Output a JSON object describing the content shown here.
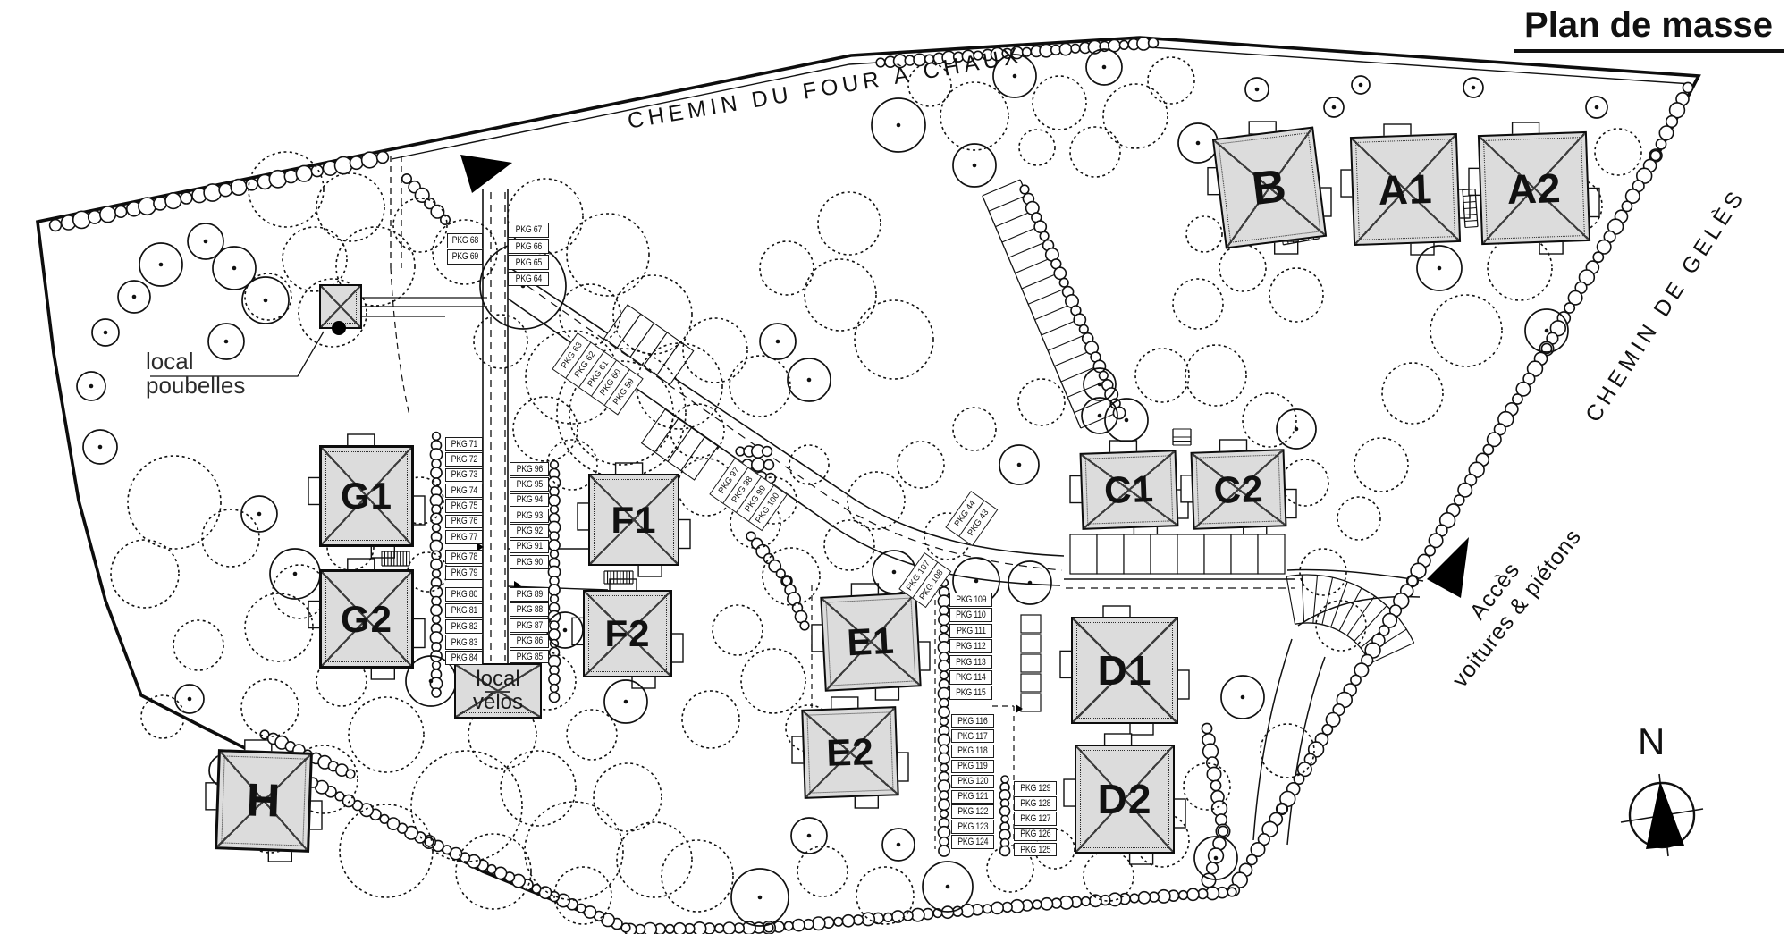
{
  "title": "Plan de masse",
  "streets": {
    "top": "CHEMIN DU FOUR À CHAUX",
    "right": "CHEMIN DE GELÈS"
  },
  "access_label": {
    "line1": "Accès",
    "line2": "voitures & piétons"
  },
  "compass": {
    "north_label": "N"
  },
  "annexes": {
    "trash": {
      "line1": "local",
      "line2": "poubelles"
    },
    "bikes": {
      "line1": "local",
      "line2": "vélos"
    }
  },
  "buildings": {
    "b": "B",
    "a1": "A1",
    "a2": "A2",
    "c1": "C1",
    "c2": "C2",
    "d1": "D1",
    "d2": "D2",
    "e1": "E1",
    "e2": "E2",
    "f1": "F1",
    "f2": "F2",
    "g1": "G1",
    "g2": "G2",
    "h": "H"
  },
  "parking": {
    "col_68": [
      "PKG 68",
      "PKG 69"
    ],
    "col_64": [
      "PKG 67",
      "PKG 66",
      "PKG 65",
      "PKG 64"
    ],
    "col_71": [
      "PKG 71",
      "PKG 72",
      "PKG 73",
      "PKG 74",
      "PKG 75",
      "PKG 76",
      "PKG 77"
    ],
    "col_78": [
      "PKG 78",
      "PKG 79"
    ],
    "col_80": [
      "PKG 80",
      "PKG 81",
      "PKG 82",
      "PKG 83",
      "PKG 84"
    ],
    "col_90": [
      "PKG 96",
      "PKG 95",
      "PKG 94",
      "PKG 93",
      "PKG 92",
      "PKG 91",
      "PKG 90"
    ],
    "col_85": [
      "PKG 89",
      "PKG 88",
      "PKG 87",
      "PKG 86",
      "PKG 85"
    ],
    "diag_59": [
      "PKG 63",
      "PKG 62",
      "PKG 61",
      "PKG 60",
      "PKG 59"
    ],
    "diag_97": [
      "PKG 97",
      "PKG 98",
      "PKG 99",
      "PKG 100"
    ],
    "diag_43": [
      "PKG 44",
      "PKG 43"
    ],
    "diag_107": [
      "PKG 107",
      "PKG 108"
    ],
    "col_109": [
      "PKG 109",
      "PKG 110",
      "PKG 111",
      "PKG 112",
      "PKG 113",
      "PKG 114",
      "PKG 115"
    ],
    "col_116": [
      "PKG 116",
      "PKG 117",
      "PKG 118",
      "PKG 119",
      "PKG 120",
      "PKG 121",
      "PKG 122",
      "PKG 123",
      "PKG 124"
    ],
    "col_125": [
      "PKG 129",
      "PKG 128",
      "PKG 127",
      "PKG 126",
      "PKG 125"
    ]
  },
  "colors": {
    "building_fill": "#dcdcdc",
    "ink": "#111111"
  }
}
